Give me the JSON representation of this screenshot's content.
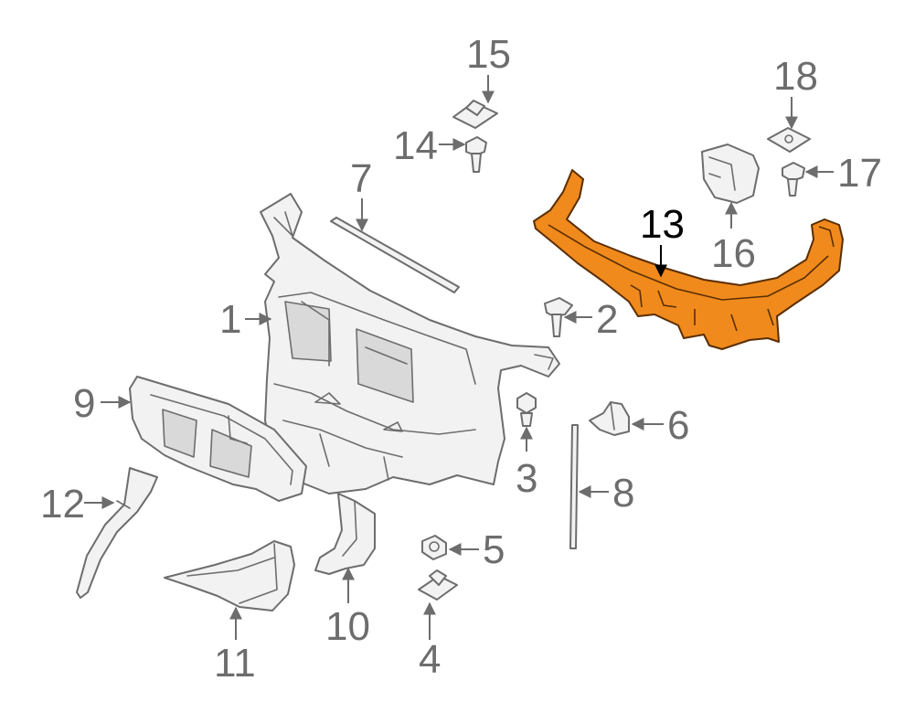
{
  "colors": {
    "background": "#ffffff",
    "line": "#6d6d6d",
    "part_fill": "#f2f2f2",
    "highlight_fill": "#f08a1c",
    "highlight_line": "#5a2e00",
    "highlight_callout": "#000000"
  },
  "highlighted_part": "13",
  "callouts": [
    {
      "id": "c1",
      "label": "1"
    },
    {
      "id": "c2",
      "label": "2"
    },
    {
      "id": "c3",
      "label": "3"
    },
    {
      "id": "c4",
      "label": "4"
    },
    {
      "id": "c5",
      "label": "5"
    },
    {
      "id": "c6",
      "label": "6"
    },
    {
      "id": "c7",
      "label": "7"
    },
    {
      "id": "c8",
      "label": "8"
    },
    {
      "id": "c9",
      "label": "9"
    },
    {
      "id": "c10",
      "label": "10"
    },
    {
      "id": "c11",
      "label": "11"
    },
    {
      "id": "c12",
      "label": "12"
    },
    {
      "id": "c13",
      "label": "13"
    },
    {
      "id": "c14",
      "label": "14"
    },
    {
      "id": "c15",
      "label": "15"
    },
    {
      "id": "c16",
      "label": "16"
    },
    {
      "id": "c17",
      "label": "17"
    },
    {
      "id": "c18",
      "label": "18"
    }
  ]
}
